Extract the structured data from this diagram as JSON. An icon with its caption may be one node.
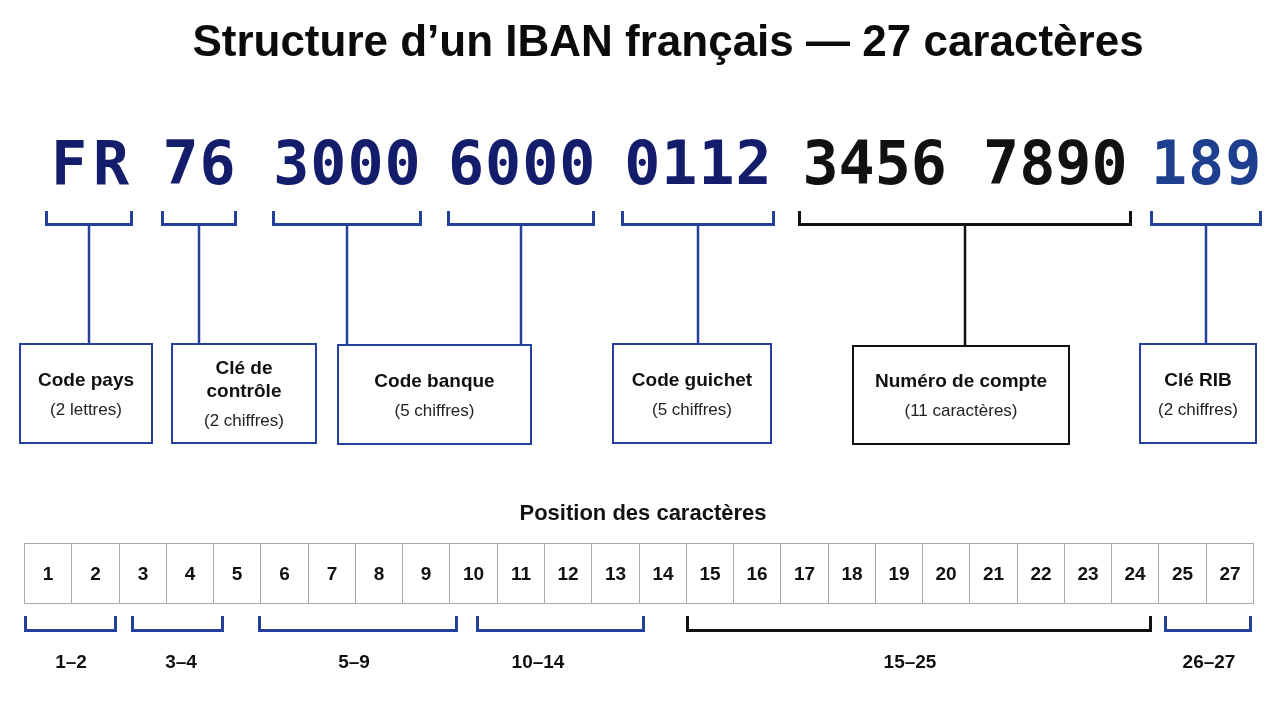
{
  "diagram": {
    "title": "Structure d’un IBAN français — 27 caractères",
    "nodes": [
      {
        "text": [
          "FR"
        ]
      },
      {
        "text": [
          "76"
        ]
      },
      {
        "text": [
          "3000"
        ]
      },
      {
        "text": [
          "6000"
        ]
      },
      {
        "text": [
          "0112"
        ]
      },
      {
        "text": [
          "3456 7890"
        ]
      },
      {
        "text": [
          "189"
        ]
      },
      {
        "text": [
          "Code pays",
          "(2 lettres)"
        ]
      },
      {
        "text": [
          "Clé de contrôle",
          "(2 chiffres)"
        ]
      },
      {
        "text": [
          "Code banque",
          "(5 chiffres)"
        ]
      },
      {
        "text": [
          "Code guichet",
          "(5 chiffres)"
        ]
      },
      {
        "text": [
          "Numéro de compte",
          "(11 caractères)"
        ]
      },
      {
        "text": [
          "Clé RIB",
          "(2 chiffres)"
        ]
      }
    ],
    "edges": [
      {
        "from": 0,
        "to": 7,
        "arrow": "none"
      },
      {
        "from": 1,
        "to": 8,
        "arrow": "none"
      },
      {
        "from": 2,
        "to": 9,
        "arrow": "none"
      },
      {
        "from": 3,
        "to": 9,
        "arrow": "none"
      },
      {
        "from": 4,
        "to": 10,
        "arrow": "none"
      },
      {
        "from": 5,
        "to": 11,
        "arrow": "none",
        "color": "#111111"
      },
      {
        "from": 6,
        "to": 12,
        "arrow": "none"
      }
    ],
    "labels": [
      "Position des caractères",
      "1",
      "2",
      "3",
      "4",
      "5",
      "6",
      "7",
      "8",
      "9",
      "10",
      "11",
      "12",
      "13",
      "14",
      "15",
      "16",
      "17",
      "18",
      "19",
      "20",
      "21",
      "22",
      "23",
      "24",
      "25",
      "27",
      "1–2",
      "3–4",
      "5–9",
      "10–14",
      "15–25",
      "26–27"
    ]
  }
}
